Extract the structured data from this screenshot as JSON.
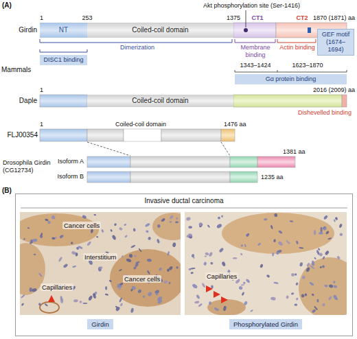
{
  "diagram": {
    "nodes": [
      {
        "text": [
          "NT"
        ]
      },
      {
        "text": [
          "Coiled-coil domain"
        ]
      },
      {
        "text": [
          "GEF motif (1674–1694)"
        ]
      },
      {
        "text": [
          "DISC1 binding"
        ]
      },
      {
        "text": [
          "Gα protein binding"
        ]
      },
      {
        "text": [
          "Coiled-coil domain"
        ]
      },
      {
        "text": [
          "Invasive ductal carcinoma"
        ]
      },
      {
        "text": [
          "Cancer cells",
          "Interstitium",
          "Cancer cells",
          "Capillaries"
        ],
        "in": 6
      },
      {
        "text": [
          "Capillaries"
        ],
        "in": 6
      },
      {
        "text": [
          "Girdin"
        ],
        "in": 6
      },
      {
        "text": [
          "Phosphorylated Girdin"
        ],
        "in": 6
      }
    ],
    "labels": [
      "(A)",
      "Akt phosphorylation site (Ser-1416)",
      "1",
      "253",
      "1375",
      "CT1",
      "CT2",
      "1870 (1871) aa",
      "Girdin",
      "Dimerization",
      "Membrane binding",
      "Actin binding",
      "1343–1424",
      "1623–1870",
      "Mammals",
      "1",
      "2016 (2009) aa",
      "Daple",
      "Dishevelled binding",
      "1",
      "1476 aa",
      "FLJ00354",
      "Coiled-coil domain",
      "Drosophila Girdin (CG12734)",
      "1381 aa",
      "Isoform A",
      "1235 aa",
      "Isoform B",
      "(B)"
    ]
  }
}
